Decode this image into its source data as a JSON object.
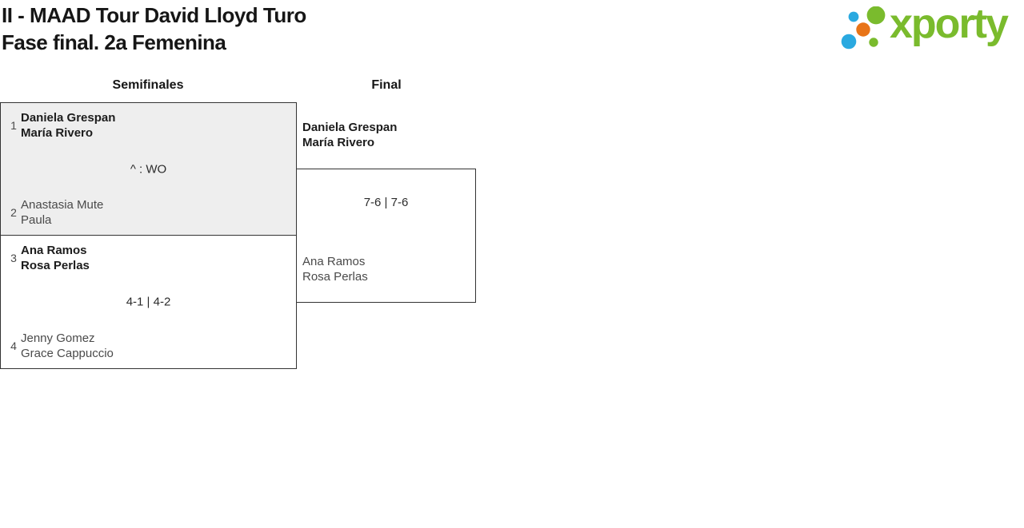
{
  "title": {
    "line1": "II - MAAD Tour David Lloyd Turo",
    "line2": "Fase final. 2a Femenina"
  },
  "logo": {
    "text": "xporty"
  },
  "columns": {
    "semifinals": "Semifinales",
    "final": "Final"
  },
  "matches": {
    "sf1": {
      "seed_top": "1",
      "team_top_line1": "Daniela Grespan",
      "team_top_line2": "María Rivero",
      "score": "^ : WO",
      "seed_bottom": "2",
      "team_bottom_line1": "Anastasia Mute",
      "team_bottom_line2": "Paula",
      "winner_top": true,
      "winner_bottom": false
    },
    "sf2": {
      "seed_top": "3",
      "team_top_line1": "Ana Ramos",
      "team_top_line2": "Rosa Perlas",
      "score": "4-1 | 4-2",
      "seed_bottom": "4",
      "team_bottom_line1": "Jenny Gomez",
      "team_bottom_line2": "Grace Cappuccio",
      "winner_top": true,
      "winner_bottom": false
    },
    "final": {
      "team_top_line1": "Daniela Grespan",
      "team_top_line2": "María Rivero",
      "score": "7-6 | 7-6",
      "team_bottom_line1": "Ana Ramos",
      "team_bottom_line2": "Rosa Perlas",
      "winner_top": true,
      "winner_bottom": false
    }
  },
  "colors": {
    "logo_green": "#7abb2d",
    "logo_blue": "#2aa9e0",
    "logo_orange": "#e87417",
    "box_border": "#333333",
    "box_fill_highlight": "#eeeeee",
    "winner_text": "#1c1c1c",
    "loser_text": "#4a4a4a"
  }
}
